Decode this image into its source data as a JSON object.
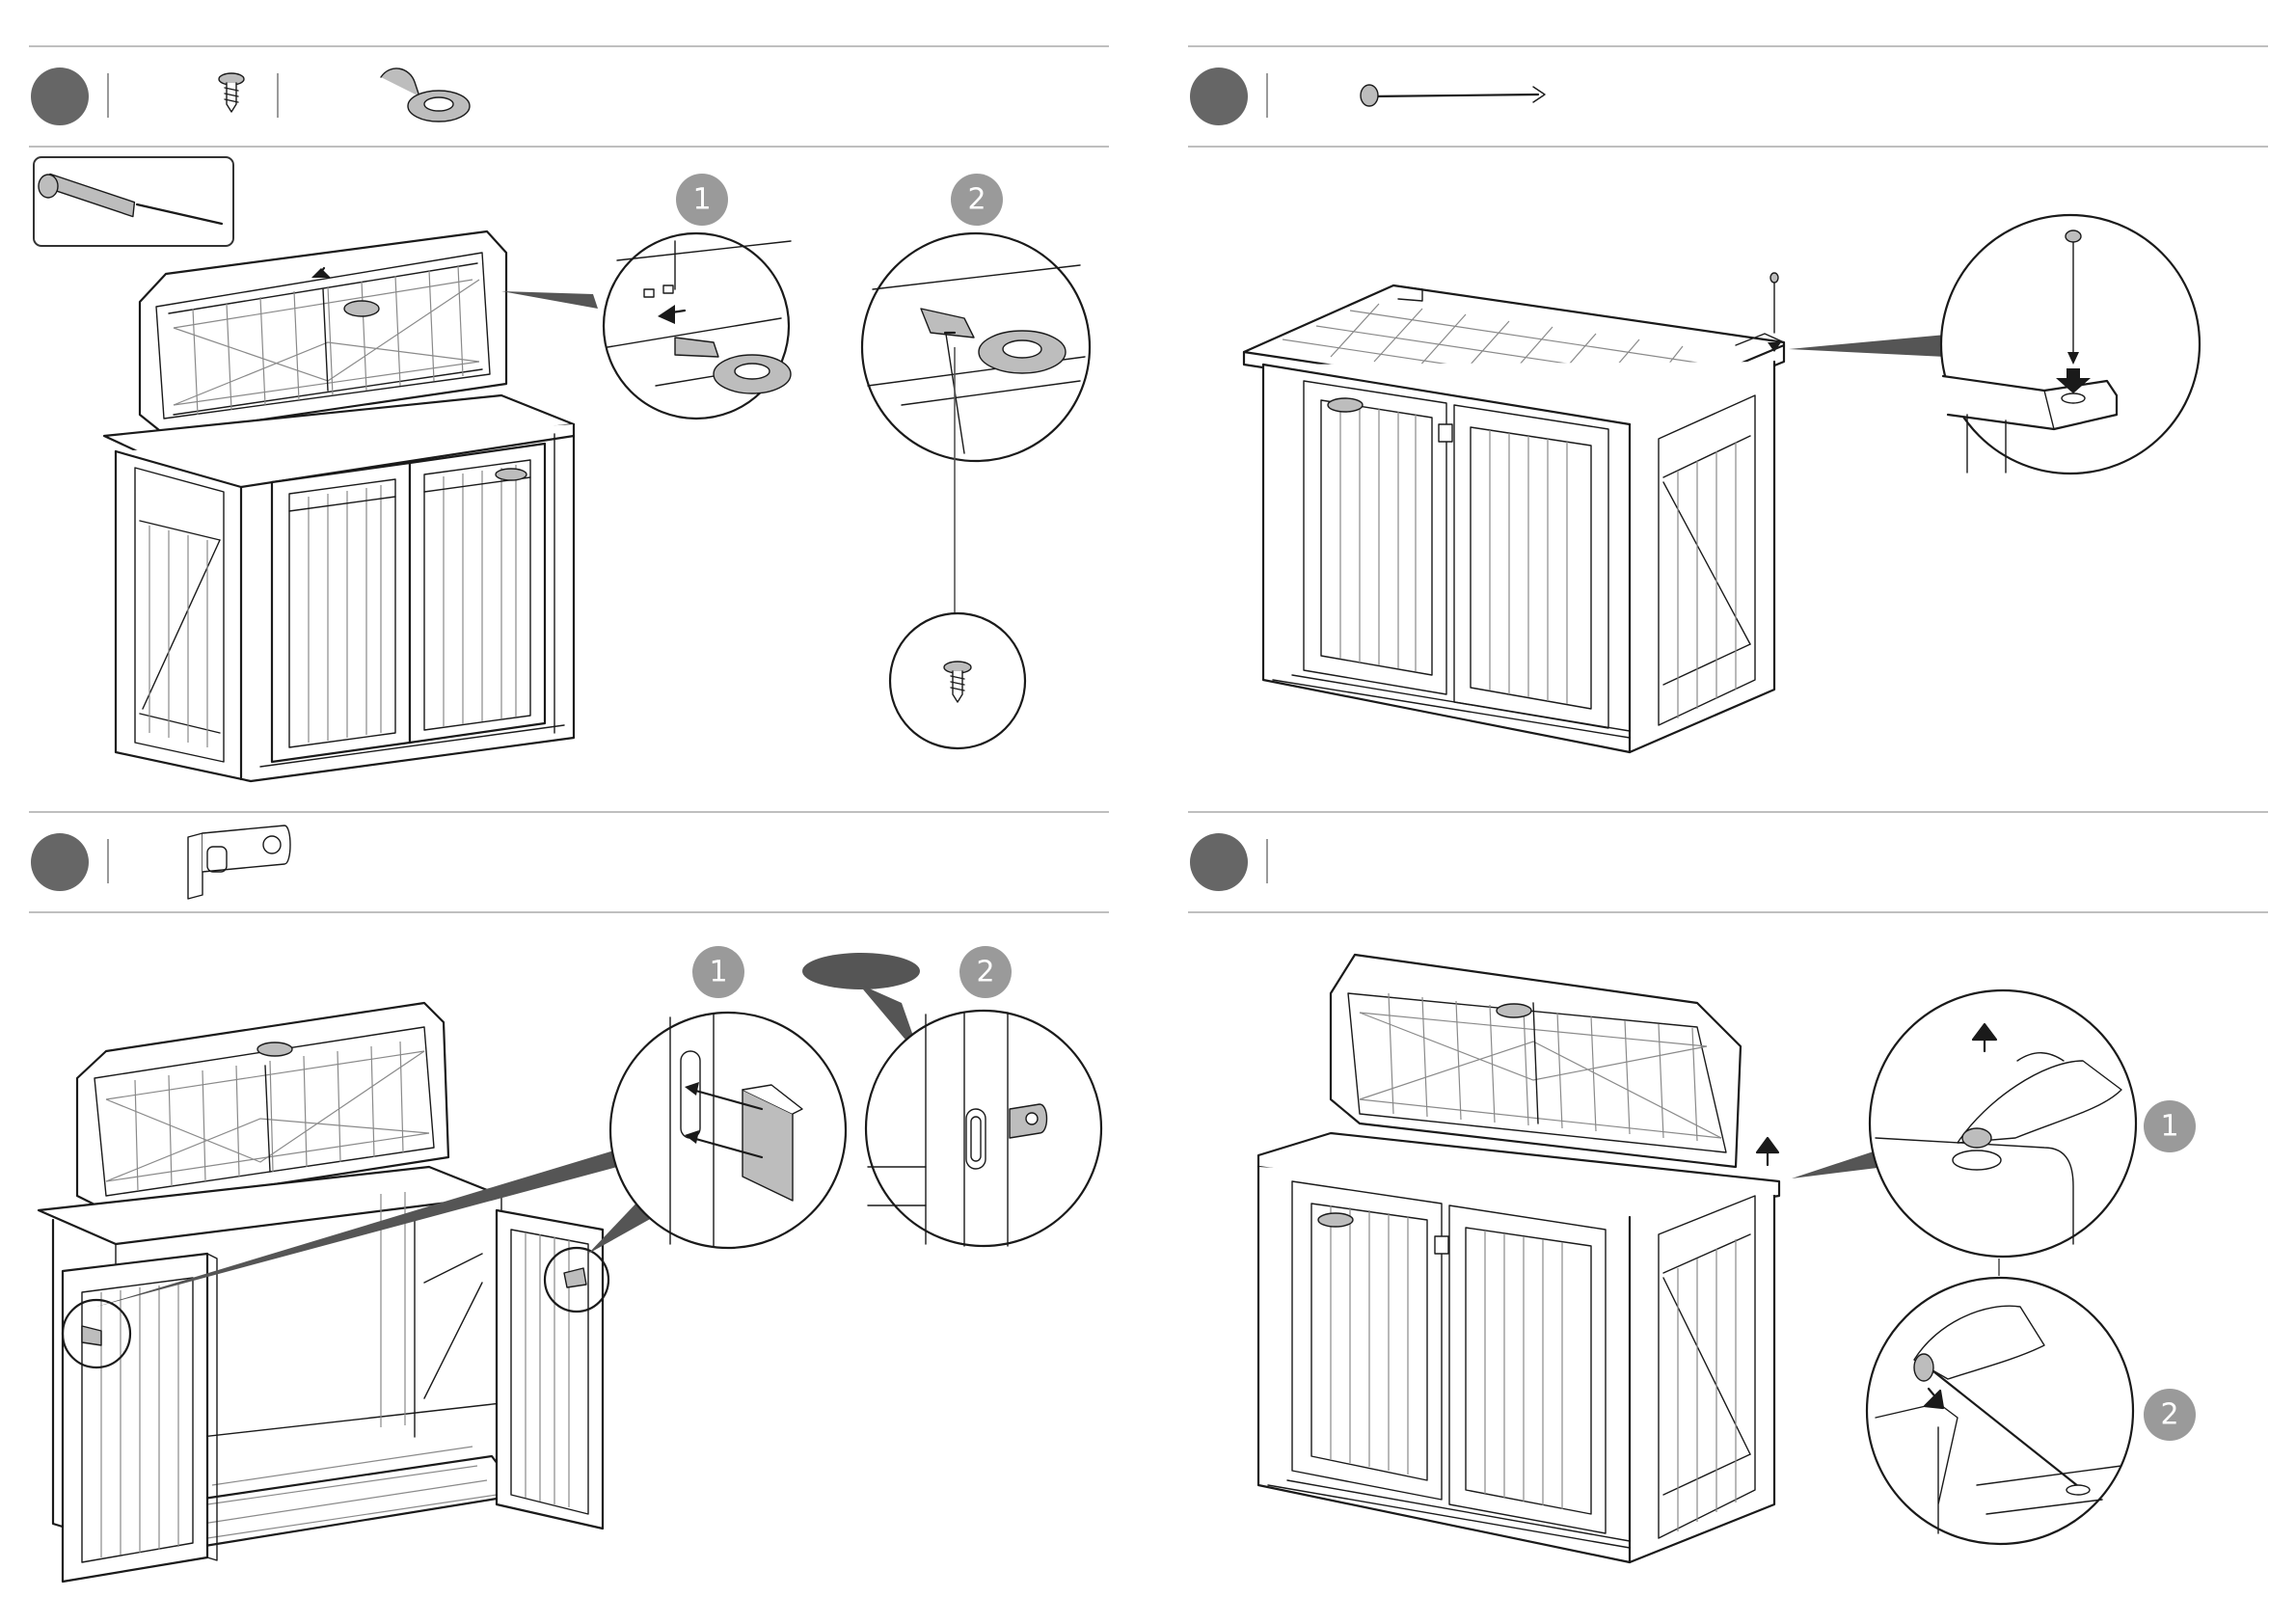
{
  "page": {
    "background": "#ffffff",
    "rule_color": "#bfbfbf",
    "step_badge_color": "#666666",
    "sub_badge_color": "#9a9a9a"
  },
  "panels": [
    {
      "id": "panel-top-left",
      "step_badge": "",
      "parts": [
        "screw-icon",
        "lid-strap-icon"
      ],
      "tools": [
        "screwdriver-icon"
      ],
      "sub_steps": [
        "1",
        "2"
      ]
    },
    {
      "id": "panel-top-right",
      "step_badge": "",
      "parts": [
        "lid-pin-rod-icon"
      ],
      "sub_steps": []
    },
    {
      "id": "panel-bottom-left",
      "step_badge": "",
      "parts": [
        "door-latch-plate-icon"
      ],
      "sub_steps": [
        "1",
        "2"
      ]
    },
    {
      "id": "panel-bottom-right",
      "step_badge": "",
      "parts": [],
      "sub_steps": [
        "1",
        "2"
      ]
    }
  ]
}
